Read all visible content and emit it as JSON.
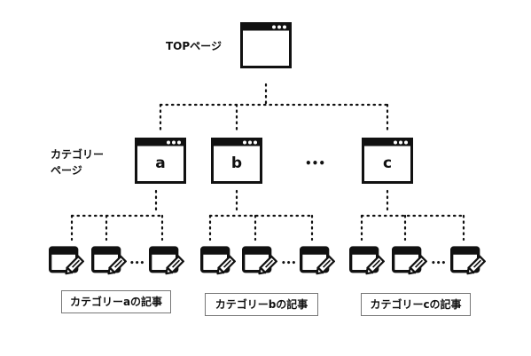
{
  "top_page": {
    "label": "TOPページ"
  },
  "category_page": {
    "label_line1": "カテゴリー",
    "label_line2": "ページ"
  },
  "categories": [
    {
      "letter": "a",
      "articles_caption": "カテゴリーaの記事"
    },
    {
      "letter": "b",
      "articles_caption": "カテゴリーbの記事"
    },
    {
      "letter": "c",
      "articles_caption": "カテゴリーcの記事"
    }
  ],
  "ellipsis": "•••",
  "small_ellipsis": "•••"
}
